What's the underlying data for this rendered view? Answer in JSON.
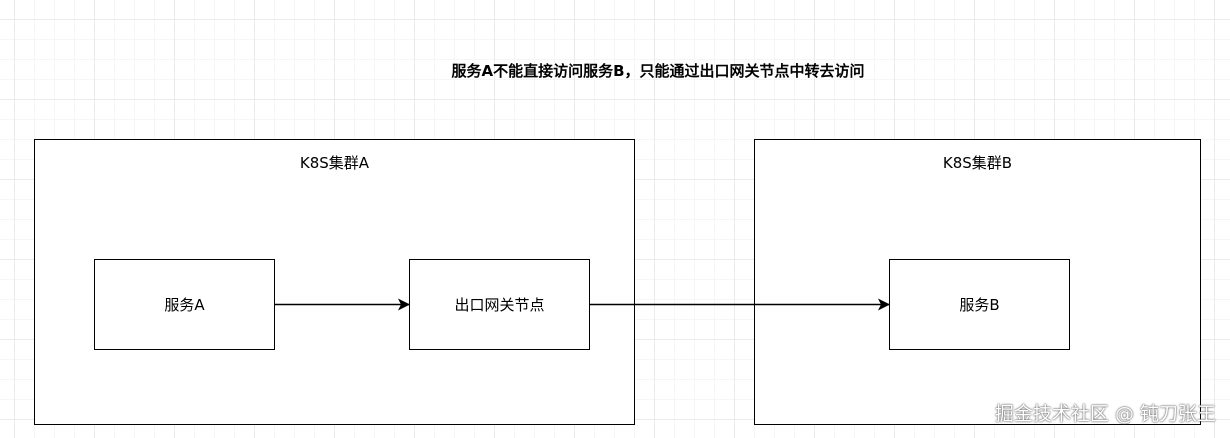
{
  "title": "服务A不能直接访问服务B，只能通过出口网关节点中转去访问",
  "clusters": [
    {
      "label": "K8S集群A"
    },
    {
      "label": "K8S集群B"
    }
  ],
  "nodes": {
    "service_a": "服务A",
    "egress_gateway": "出口网关节点",
    "service_b": "服务B"
  },
  "watermark": "掘金技术社区 @ 钝刀张王",
  "colors": {
    "line": "#000000",
    "background": "#ffffff",
    "grid": "#ebebeb"
  }
}
